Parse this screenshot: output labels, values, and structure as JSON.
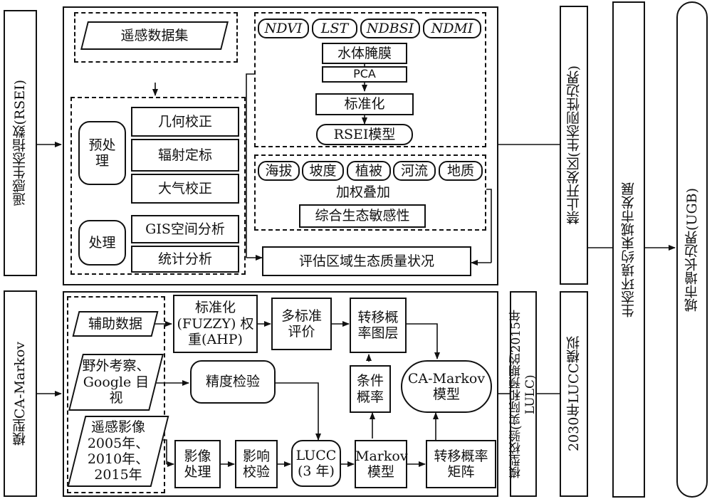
{
  "left_labels": {
    "rsei": "遥感生态指数(RSEI)",
    "ca_markov": "模型CA-Markov"
  },
  "top": {
    "rs_dataset": "遥感数据集",
    "preprocess": "预处理",
    "geometric": "几何校正",
    "radiometric": "辐射定标",
    "atmospheric": "大气校正",
    "process": "处理",
    "gis": "GIS空间分析",
    "statistics": "统计分析",
    "indices": [
      "NDVI",
      "LST",
      "NDBSI",
      "NDMI"
    ],
    "water_mask": "水体腌膜",
    "pca": "PCA",
    "standardize": "标准化",
    "rsei_model": "RSEI模型",
    "factors": [
      "海拔",
      "坡度",
      "植被",
      "河流",
      "地质"
    ],
    "weighted_overlay": "加权叠加",
    "sensitivity": "综合生态敏感性",
    "assess": "评估区域生态质量状况"
  },
  "bottom": {
    "aux_data": "辅助数据",
    "fuzzy_ahp": "标准化 (FUZZY) 权重(AHP)",
    "multi_criteria": "多标准 评价",
    "transfer_layer": "转移概 率图层",
    "field": "野外考察、 Google 目视",
    "accuracy": "精度检验",
    "conditional": "条件 概率",
    "ca_markov_model": "CA-Markov 模型",
    "rs_images": "遥感影像 2005年、 2010年、 2015年",
    "image_proc": "影像 处理",
    "impact_check": "影响 校验",
    "lucc": "LUCC (3 年)",
    "markov": "Markov 模型",
    "transfer_matrix": "转移概率 矩阵"
  },
  "right": {
    "calib": "模型校验(实际和预期的2015年LULC)",
    "lucc2030": "2030年LUCC模拟",
    "forbidden": "禁止开发区(生态刚性边界)",
    "eco_constraint": "生态环境约束城市发展",
    "ugb": "城市增长边界(UGB)"
  }
}
